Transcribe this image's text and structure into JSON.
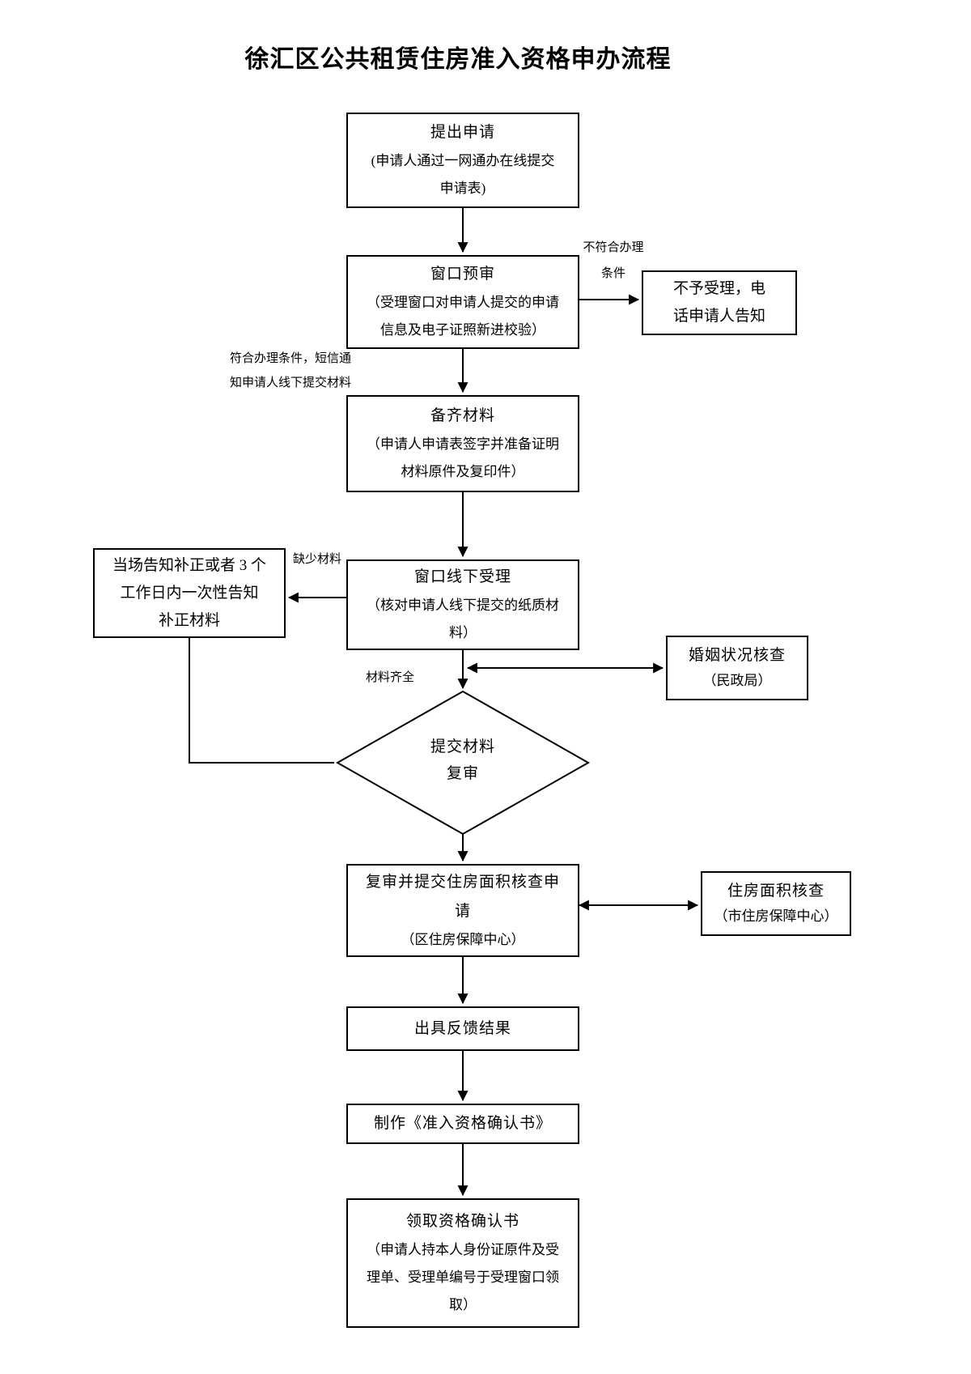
{
  "page_title": "徐汇区公共租赁住房准入资格申办流程",
  "nodes": {
    "apply": {
      "title": "提出申请",
      "sub_line1": "(申请人通过一网通办在线提交",
      "sub_line2": "申请表)"
    },
    "window_review": {
      "title": "窗口预审",
      "sub_line1": "（受理窗口对申请人提交的申请",
      "sub_line2": "信息及电子证照新进校验）"
    },
    "reject": {
      "line1": "不予受理，电",
      "line2": "话申请人告知"
    },
    "prepare": {
      "title": "备齐材料",
      "sub_line1": "（申请人申请表签字并准备证明",
      "sub_line2": "材料原件及复印件）"
    },
    "offline_accept": {
      "title": "窗口线下受理",
      "sub_line1": "（核对申请人线下提交的纸质材",
      "sub_line2": "料）"
    },
    "notify_correct": {
      "line1": "当场告知补正或者 3 个",
      "line2": "工作日内一次性告知",
      "line3": "补正材料"
    },
    "marriage_check": {
      "title": "婚姻状况核查",
      "sub_line1": "（民政局）"
    },
    "material_review": {
      "line1": "提交材料",
      "line2": "复审"
    },
    "area_apply": {
      "title_line1": "复审并提交住房面积核查申",
      "title_line2": "请",
      "sub_line1": "（区住房保障中心）"
    },
    "area_check": {
      "title": "住房面积核查",
      "sub_line1": "（市住房保障中心）"
    },
    "feedback": {
      "title": "出具反馈结果"
    },
    "certificate": {
      "title": "制作《准入资格确认书》"
    },
    "receive": {
      "title": "领取资格确认书",
      "sub_line1": "（申请人持本人身份证原件及受",
      "sub_line2": "理单、受理单编号于受理窗口领",
      "sub_line3": "取）"
    }
  },
  "edge_labels": {
    "reject_cond_line1": "不符合办理",
    "reject_cond_line2": "条件",
    "accept_cond_line1": "符合办理条件，短信通",
    "accept_cond_line2": "知申请人线下提交材料",
    "missing_material": "缺少材料",
    "material_complete": "材料齐全"
  },
  "colors": {
    "line": "#000000",
    "background": "#ffffff"
  }
}
